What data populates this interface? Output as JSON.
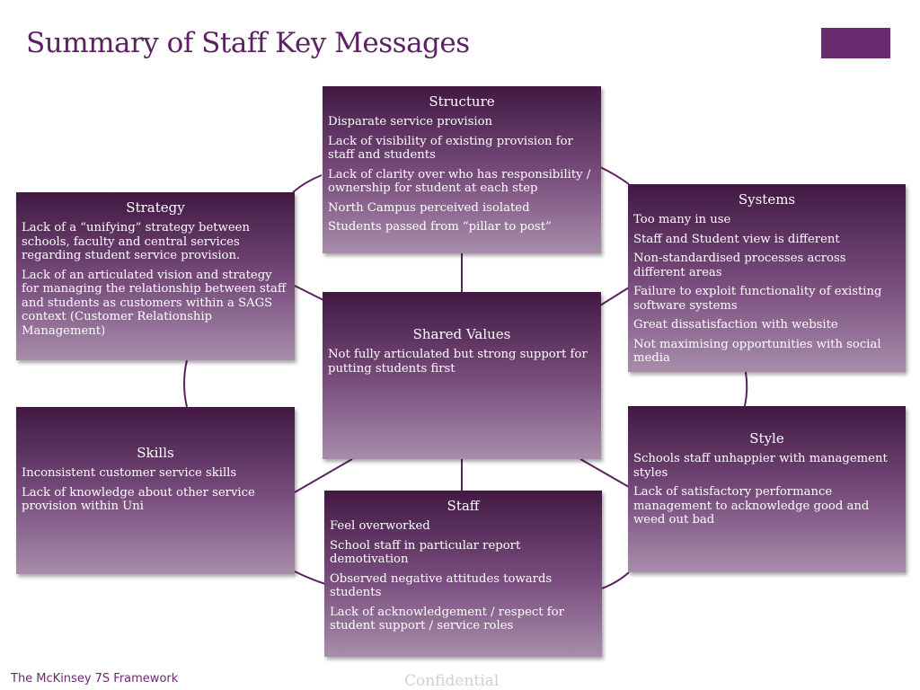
{
  "title": "Summary of Staff Key Messages",
  "footer": {
    "left": "The McKinsey 7S Framework",
    "center": "Confidential"
  },
  "boxes": {
    "structure": {
      "title": "Structure",
      "items": [
        "Disparate service provision",
        "Lack of visibility of existing provision for staff and students",
        "Lack of clarity over who has responsibility / ownership for student at each step",
        "North Campus perceived isolated",
        "Students passed from “pillar to post”"
      ]
    },
    "strategy": {
      "title": "Strategy",
      "items": [
        "Lack of a “unifying” strategy between schools, faculty and central services regarding student service provision.",
        "Lack of an articulated vision and strategy for managing the relationship between staff and students as customers within a SAGS context (Customer Relationship Management)"
      ]
    },
    "systems": {
      "title": "Systems",
      "items": [
        "Too many in use",
        "Staff and Student view is different",
        "Non-standardised processes across different areas",
        "Failure to exploit functionality of existing software systems",
        "Great dissatisfaction with website",
        "Not maximising opportunities with social media"
      ]
    },
    "shared_values": {
      "title": "Shared Values",
      "items": [
        "Not fully articulated but strong support for putting students first"
      ]
    },
    "skills": {
      "title": "Skills",
      "items": [
        "Inconsistent customer service skills",
        "Lack of knowledge about other service provision within Uni"
      ]
    },
    "style": {
      "title": "Style",
      "items": [
        "Schools staff unhappier with management styles",
        "Lack of satisfactory performance management to acknowledge good and weed out bad"
      ]
    },
    "staff": {
      "title": "Staff",
      "items": [
        "Feel overworked",
        "School staff in particular report demotivation",
        "Observed negative attitudes towards students",
        "Lack of acknowledgement / respect for student support / service roles"
      ]
    }
  },
  "colors": {
    "accent": "#6a2a6e",
    "title": "#5b2161",
    "box_top": "#421843",
    "box_bottom": "#a88dab",
    "footer_center": "#d0d0d0"
  }
}
